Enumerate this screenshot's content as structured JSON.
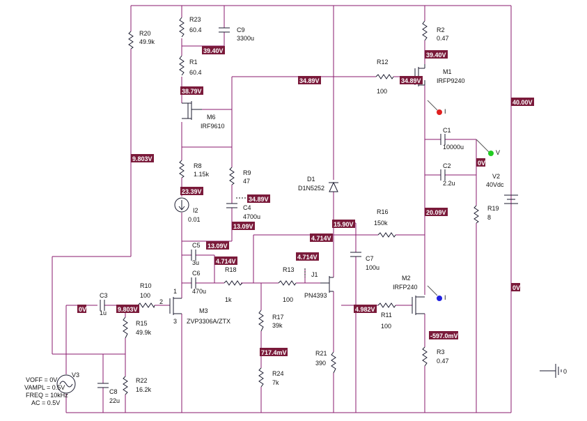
{
  "components": {
    "R20": {
      "ref": "R20",
      "val": "49.9k"
    },
    "R23": {
      "ref": "R23",
      "val": "60.4"
    },
    "C9": {
      "ref": "C9",
      "val": "3300u"
    },
    "R1": {
      "ref": "R1",
      "val": "60.4"
    },
    "M6": {
      "ref": "M6",
      "val": "IRF9610"
    },
    "R8": {
      "ref": "R8",
      "val": "1.15k"
    },
    "R9": {
      "ref": "R9",
      "val": "47"
    },
    "I2": {
      "ref": "I2",
      "val": "0.01"
    },
    "C4": {
      "ref": "C4",
      "val": "4700u"
    },
    "C5": {
      "ref": "C5",
      "val": "3u"
    },
    "C6": {
      "ref": "C6",
      "val": "470u"
    },
    "R18": {
      "ref": "R18",
      "val": "1k"
    },
    "R10": {
      "ref": "R10",
      "val": "100"
    },
    "C3": {
      "ref": "C3",
      "val": "1u"
    },
    "M3": {
      "ref": "M3",
      "val": "ZVP3306A/ZTX"
    },
    "R15": {
      "ref": "R15",
      "val": "49.9k"
    },
    "R22": {
      "ref": "R22",
      "val": "16.2k"
    },
    "C8": {
      "ref": "C8",
      "val": "22u"
    },
    "R13": {
      "ref": "R13",
      "val": "100"
    },
    "J1": {
      "ref": "J1",
      "val": "PN4393"
    },
    "R17": {
      "ref": "R17",
      "val": "39k"
    },
    "R24": {
      "ref": "R24",
      "val": "7k"
    },
    "R21": {
      "ref": "R21",
      "val": "390"
    },
    "D1": {
      "ref": "D1",
      "val": "D1N5252"
    },
    "C7": {
      "ref": "C7",
      "val": "100u"
    },
    "R12": {
      "ref": "R12",
      "val": "100"
    },
    "R16": {
      "ref": "R16",
      "val": "150k"
    },
    "M1": {
      "ref": "M1",
      "val": "IRFP9240"
    },
    "R2": {
      "ref": "R2",
      "val": "0.47"
    },
    "C1": {
      "ref": "C1",
      "val": "10000u"
    },
    "C2": {
      "ref": "C2",
      "val": "2.2u"
    },
    "R19": {
      "ref": "R19",
      "val": "8"
    },
    "V2": {
      "ref": "V2",
      "val": "40Vdc"
    },
    "M2": {
      "ref": "M2",
      "val": "IRFP240"
    },
    "R11": {
      "ref": "R11",
      "val": "100"
    },
    "R3": {
      "ref": "R3",
      "val": "0.47"
    },
    "V3": {
      "ref": "V3"
    }
  },
  "v3_params": [
    "VOFF = 0V",
    "VAMPL = 0.5V",
    "FREQ = 10kHz",
    "AC = 0.5V"
  ],
  "voltages": {
    "v_39_40_left": "39.40V",
    "v_38_79": "38.79V",
    "v_34_89_top": "34.89V",
    "v_34_89_m1": "34.89V",
    "v_39_40_right": "39.40V",
    "v_40_00": "40.00V",
    "v_9_803_left": "9.803V",
    "v_23_39": "23.39V",
    "v_34_89_c4": "34.89V",
    "v_13_09_a": "13.09V",
    "v_13_09_b": "13.09V",
    "v_15_90": "15.90V",
    "v_4_714_a": "4.714V",
    "v_4_714_b": "4.714V",
    "v_4_714_c": "4.714V",
    "v_0v_out": "0V",
    "v_20_09": "20.09V",
    "v_0v_in": "0V",
    "v_9_803_in": "9.803V",
    "v_717_4": "717.4mV",
    "v_4_982": "4.982V",
    "v_597_0": "-597.0mV",
    "v_0v_right": "0V"
  },
  "pins": {
    "m3_drain": "1",
    "m3_gate": "2",
    "m3_source": "3"
  },
  "markers": {
    "current_m1": "I",
    "voltage_out": "V",
    "current_m2": "I"
  },
  "ground": {
    "label": "0"
  }
}
